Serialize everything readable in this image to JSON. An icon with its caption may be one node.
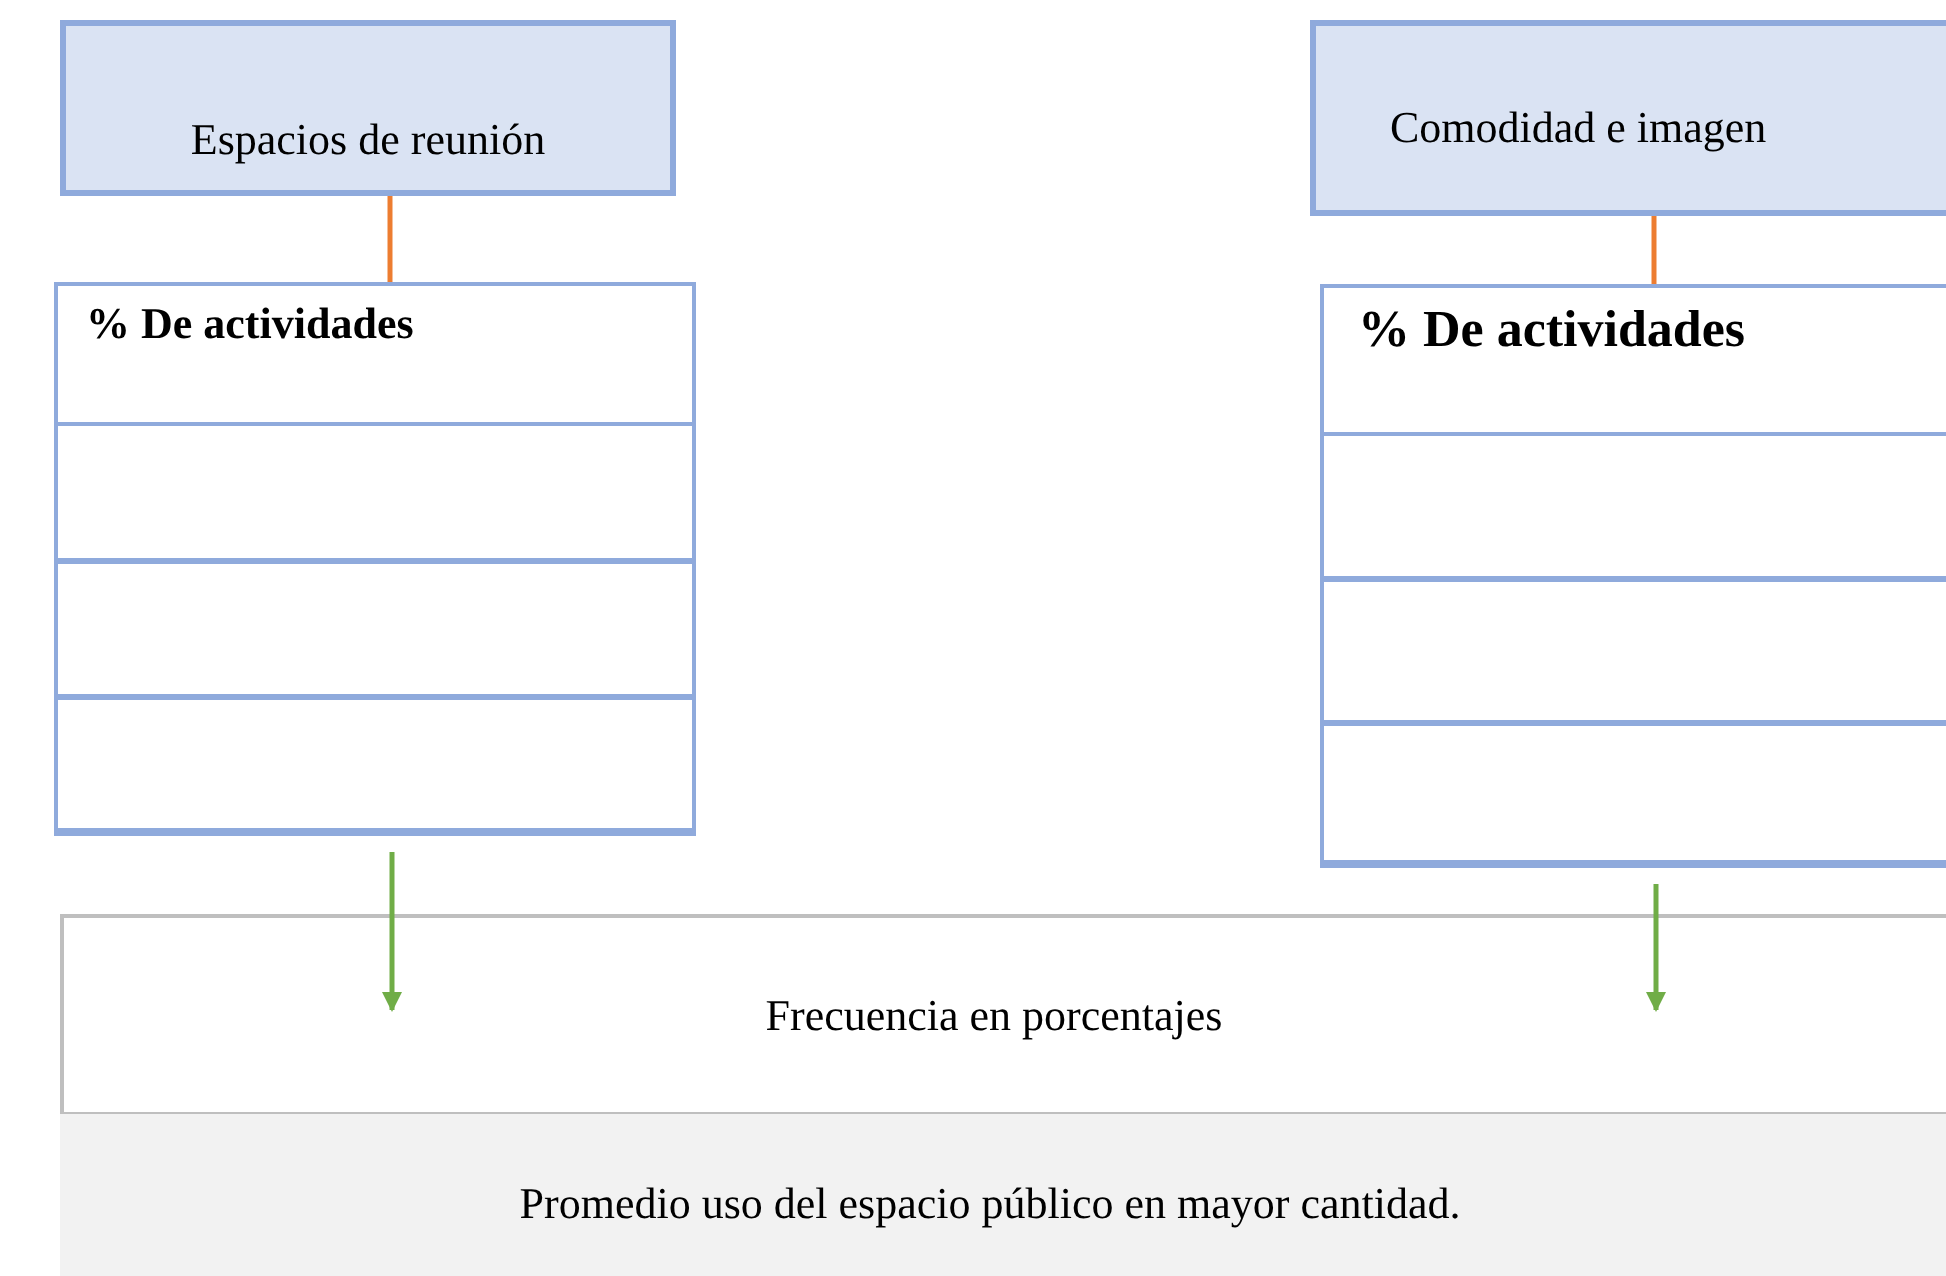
{
  "diagram": {
    "nodes": [
      {
        "text": [
          "Espacios de reunión"
        ]
      },
      {
        "text": [
          "% De actividades"
        ]
      },
      {
        "text": [],
        "shape": "box",
        "in": 1
      },
      {
        "text": [],
        "shape": "box",
        "in": 1
      },
      {
        "text": [],
        "shape": "box",
        "in": 1
      },
      {
        "text": [
          "Comodidad e imagen"
        ]
      },
      {
        "text": [
          "% De actividades"
        ]
      },
      {
        "text": [],
        "shape": "box",
        "in": 6
      },
      {
        "text": [],
        "shape": "box",
        "in": 6
      },
      {
        "text": [],
        "shape": "box",
        "in": 6
      },
      {
        "text": [
          "Frecuencia en porcentajes"
        ]
      },
      {
        "text": [
          "Promedio uso del espacio público en mayor cantidad."
        ]
      }
    ],
    "edges": [
      {
        "from": 0,
        "to": 1,
        "arrow": "none",
        "color": "#ed7d31"
      },
      {
        "from": 5,
        "to": 6,
        "arrow": "none",
        "color": "#ed7d31"
      },
      {
        "from": 1,
        "to": 10,
        "arrow": "to",
        "color": "#70ad47"
      },
      {
        "from": 6,
        "to": 10,
        "arrow": "to",
        "color": "#70ad47"
      }
    ]
  }
}
